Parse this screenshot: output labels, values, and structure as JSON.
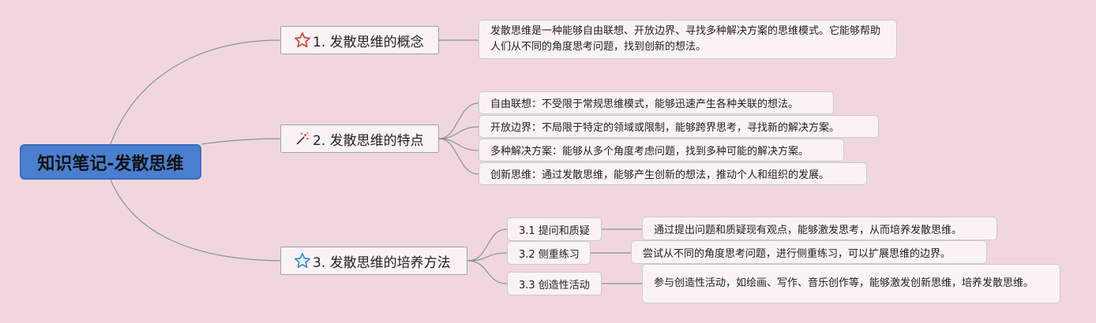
{
  "root": {
    "title": "知识笔记-发散思维"
  },
  "branches": [
    {
      "label": "1. 发散思维的概念",
      "icon": "star-outline-icon",
      "description": "发散思维是一种能够自由联想、开放边界、寻找多种解决方案的思维模式。它能够帮助人们从不同的角度思考问题，找到创新的想法。"
    },
    {
      "label": "2. 发散思维的特点",
      "icon": "sparkle-wand-icon",
      "items": [
        "自由联想：不受限于常规思维模式，能够迅速产生各种关联的想法。",
        "开放边界：不局限于特定的领域或限制，能够跨界思考，寻找新的解决方案。",
        "多种解决方案：能够从多个角度考虑问题，找到多种可能的解决方案。",
        "创新思维：通过发散思维，能够产生创新的想法，推动个人和组织的发展。"
      ]
    },
    {
      "label": "3. 发散思维的培养方法",
      "icon": "star-blue-icon",
      "methods": [
        {
          "label": "3.1 提问和质疑",
          "detail": "通过提出问题和质疑现有观点，能够激发思考，从而培养发散思维。"
        },
        {
          "label": "3.2 侧重练习",
          "detail": "尝试从不同的角度思考问题，进行侧重练习，可以扩展思维的边界。"
        },
        {
          "label": "3.3 创造性活动",
          "detail": "参与创造性活动，如绘画、写作、音乐创作等，能够激发创新思维，培养发散思维。"
        }
      ]
    }
  ],
  "colors": {
    "background": "#f2d6de",
    "root_fill": "#4a7fd0",
    "link": "#7f9898",
    "node_fill": "#fbf2f5"
  }
}
